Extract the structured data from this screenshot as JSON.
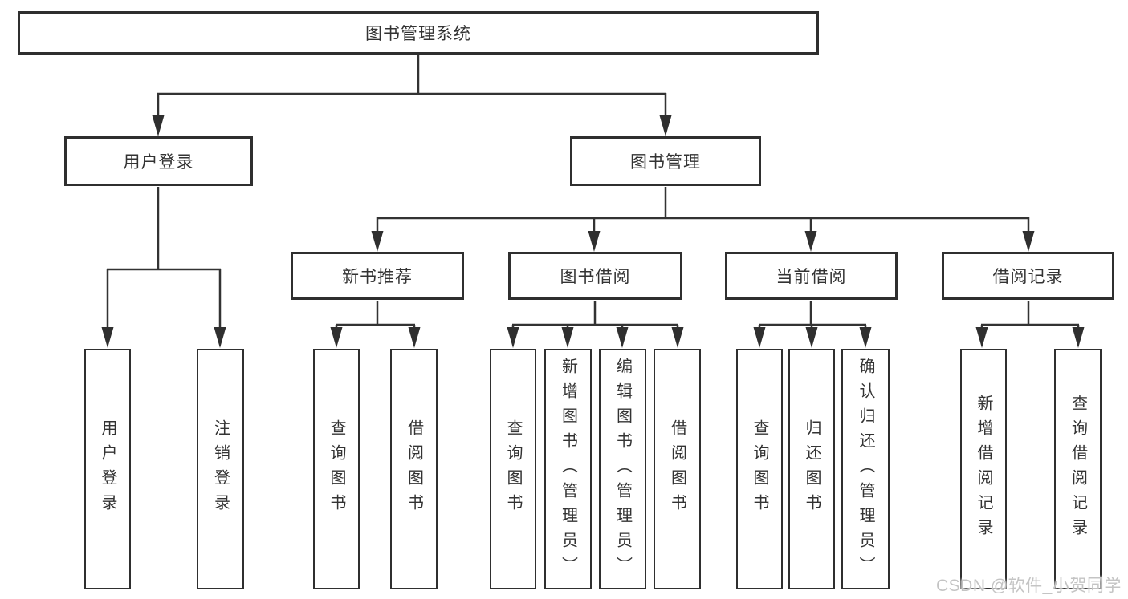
{
  "colors": {
    "background": "#ffffff",
    "line": "#333333",
    "box_border": "#2f2f2f",
    "text": "#333333",
    "watermark": "#c4c4c4"
  },
  "tree": {
    "root": "图书管理系统",
    "login": {
      "label": "用户登录",
      "children": [
        "用户登录",
        "注销登录"
      ]
    },
    "management": {
      "label": "图书管理",
      "modules": [
        {
          "label": "新书推荐",
          "children": [
            "查询图书",
            "借阅图书"
          ]
        },
        {
          "label": "图书借阅",
          "children": [
            "查询图书",
            "新增图书（管理员）",
            "编辑图书（管理员）",
            "借阅图书"
          ]
        },
        {
          "label": "当前借阅",
          "children": [
            "查询图书",
            "归还图书",
            "确认归还（管理员）"
          ]
        },
        {
          "label": "借阅记录",
          "children": [
            "新增借阅记录",
            "查询借阅记录"
          ]
        }
      ]
    }
  },
  "watermark": "CSDN @软件_小贺同学"
}
